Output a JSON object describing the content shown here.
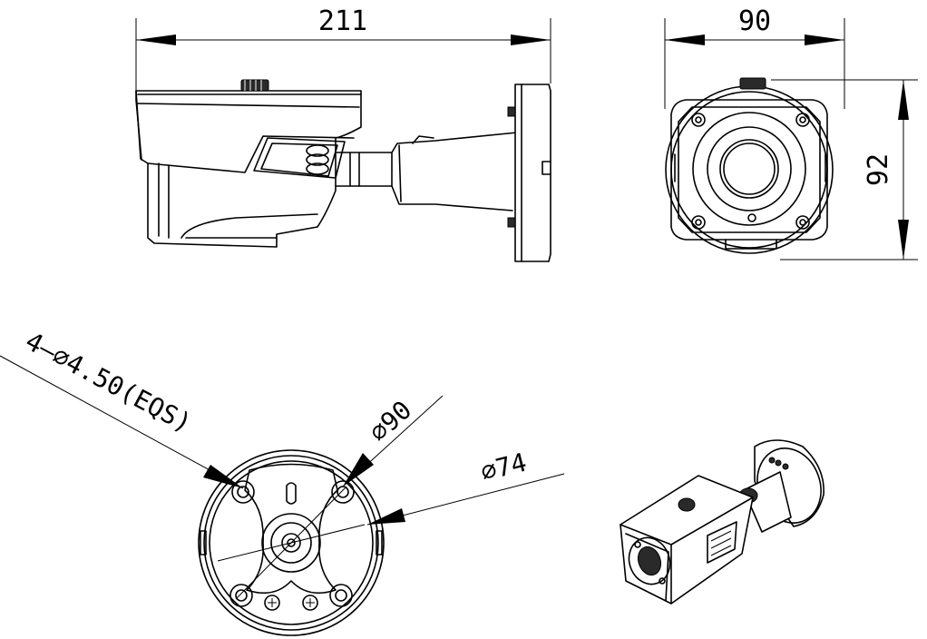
{
  "drawing": {
    "side_view": {
      "length_dim": "211"
    },
    "front_view": {
      "width_dim": "90",
      "height_dim": "92"
    },
    "base_view": {
      "holes_label": "4–∅4.50(EQS)",
      "outer_dia_label": "∅90",
      "inner_dia_label": "∅74"
    }
  }
}
